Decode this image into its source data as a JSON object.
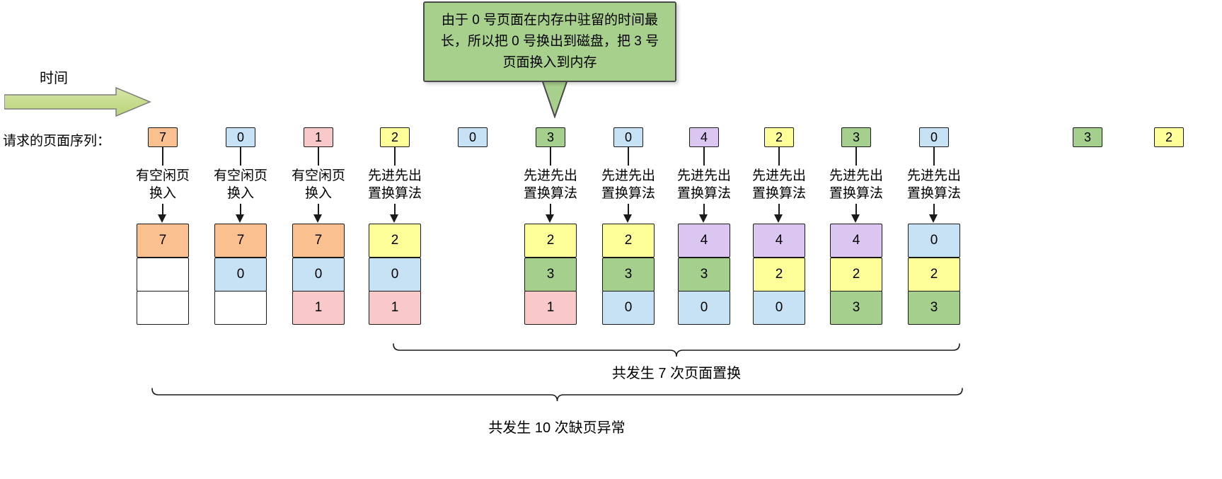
{
  "callout": {
    "text": "由于 0 号页面在内存中驻留的时间最长，所以把 0 号换出到磁盘，把 3 号页面换入到内存"
  },
  "time_arrow": {
    "label": "时间"
  },
  "sequence": {
    "label": "请求的页面序列："
  },
  "actions": {
    "free": {
      "lines": [
        "有空闲页",
        "换入"
      ]
    },
    "fifo": {
      "lines": [
        "先进先出",
        "置换算法"
      ]
    }
  },
  "palette": {
    "orange": "#FAC090",
    "blue": "#C6E2F4",
    "pink": "#F9C9C9",
    "yellow": "#FFFF99",
    "green": "#A5CF8D",
    "purple": "#DBC6F2",
    "white": "#FFFFFF",
    "callout_green": "#A8D08D",
    "arrow_green_light": "#D6E6A6",
    "arrow_green_dark": "#B9D379"
  },
  "columns": [
    {
      "request": "7",
      "request_color": "orange",
      "action": "free",
      "memory": [
        {
          "v": "7",
          "c": "orange"
        },
        {
          "v": "",
          "c": "white"
        },
        {
          "v": "",
          "c": "white"
        }
      ]
    },
    {
      "request": "0",
      "request_color": "blue",
      "action": "free",
      "memory": [
        {
          "v": "7",
          "c": "orange"
        },
        {
          "v": "0",
          "c": "blue"
        },
        {
          "v": "",
          "c": "white"
        }
      ]
    },
    {
      "request": "1",
      "request_color": "pink",
      "action": "free",
      "memory": [
        {
          "v": "7",
          "c": "orange"
        },
        {
          "v": "0",
          "c": "blue"
        },
        {
          "v": "1",
          "c": "pink"
        }
      ]
    },
    {
      "request": "2",
      "request_color": "yellow",
      "action": "fifo",
      "memory": [
        {
          "v": "2",
          "c": "yellow"
        },
        {
          "v": "0",
          "c": "blue"
        },
        {
          "v": "1",
          "c": "pink"
        }
      ]
    },
    {
      "request": "0",
      "request_color": "blue",
      "action": null,
      "memory": null
    },
    {
      "request": "3",
      "request_color": "green",
      "action": "fifo",
      "memory": [
        {
          "v": "2",
          "c": "yellow"
        },
        {
          "v": "3",
          "c": "green"
        },
        {
          "v": "1",
          "c": "pink"
        }
      ]
    },
    {
      "request": "0",
      "request_color": "blue",
      "action": "fifo",
      "memory": [
        {
          "v": "2",
          "c": "yellow"
        },
        {
          "v": "3",
          "c": "green"
        },
        {
          "v": "0",
          "c": "blue"
        }
      ]
    },
    {
      "request": "4",
      "request_color": "purple",
      "action": "fifo",
      "memory": [
        {
          "v": "4",
          "c": "purple"
        },
        {
          "v": "3",
          "c": "green"
        },
        {
          "v": "0",
          "c": "blue"
        }
      ]
    },
    {
      "request": "2",
      "request_color": "yellow",
      "action": "fifo",
      "memory": [
        {
          "v": "4",
          "c": "purple"
        },
        {
          "v": "2",
          "c": "yellow"
        },
        {
          "v": "0",
          "c": "blue"
        }
      ]
    },
    {
      "request": "3",
      "request_color": "green",
      "action": "fifo",
      "memory": [
        {
          "v": "4",
          "c": "purple"
        },
        {
          "v": "2",
          "c": "yellow"
        },
        {
          "v": "3",
          "c": "green"
        }
      ]
    },
    {
      "request": "0",
      "request_color": "blue",
      "action": "fifo",
      "memory": [
        {
          "v": "0",
          "c": "blue"
        },
        {
          "v": "2",
          "c": "yellow"
        },
        {
          "v": "3",
          "c": "green"
        }
      ]
    },
    {
      "request": "3",
      "request_color": "green",
      "action": null,
      "memory": null
    },
    {
      "request": "2",
      "request_color": "yellow",
      "action": null,
      "memory": null
    }
  ],
  "braces": {
    "replacements": {
      "label": "共发生 7 次页面置换"
    },
    "page_faults": {
      "label": "共发生 10 次缺页异常"
    }
  }
}
